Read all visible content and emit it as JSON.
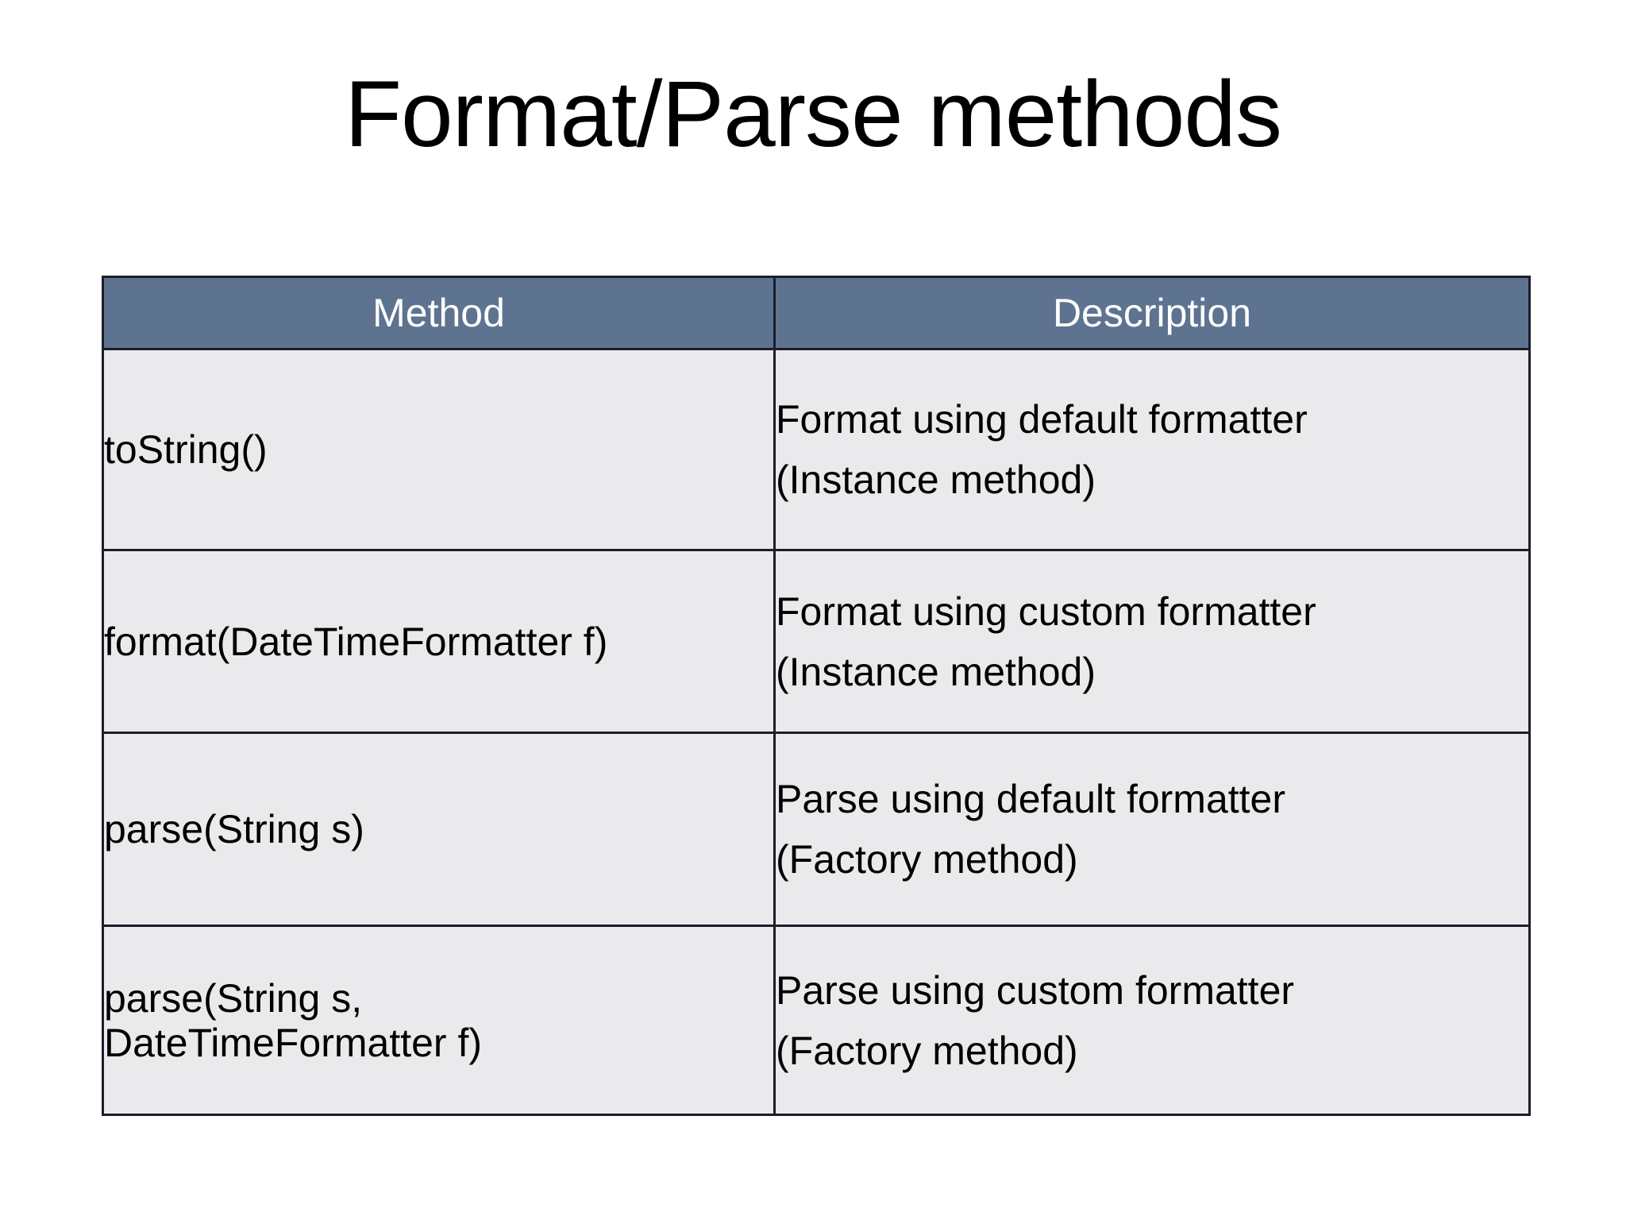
{
  "slide": {
    "title": "Format/Parse methods",
    "background_color": "#ffffff"
  },
  "table": {
    "header_background": "#5e7390",
    "header_text_color": "#ffffff",
    "cell_background": "#eaeaec",
    "border_color": "#1b1d2a",
    "columns": [
      {
        "key": "method",
        "label": "Method"
      },
      {
        "key": "description",
        "label": "Description"
      }
    ],
    "rows": [
      {
        "method": "toString()",
        "description_line1": "Format using default formatter",
        "description_line2": "(Instance method)"
      },
      {
        "method": "format(DateTimeFormatter f)",
        "description_line1": "Format using custom formatter",
        "description_line2": "(Instance method)"
      },
      {
        "method": "parse(String s)",
        "description_line1": "Parse using default formatter",
        "description_line2": "(Factory method)"
      },
      {
        "method": "parse(String s,\nDateTimeFormatter f)",
        "description_line1": "Parse using custom formatter",
        "description_line2": "(Factory method)"
      }
    ]
  }
}
